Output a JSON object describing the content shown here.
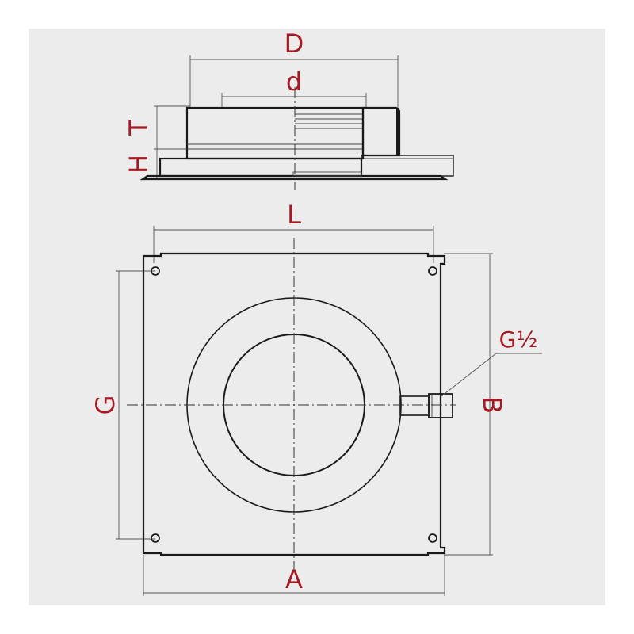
{
  "labels": {
    "D": "D",
    "d": "d",
    "T": "T",
    "H": "H",
    "L": "L",
    "G": "G",
    "A": "A",
    "B": "B",
    "G_half": "G½"
  },
  "colors": {
    "label": "#a31a23",
    "background": "#ececec",
    "line": "#1a1a1a"
  }
}
